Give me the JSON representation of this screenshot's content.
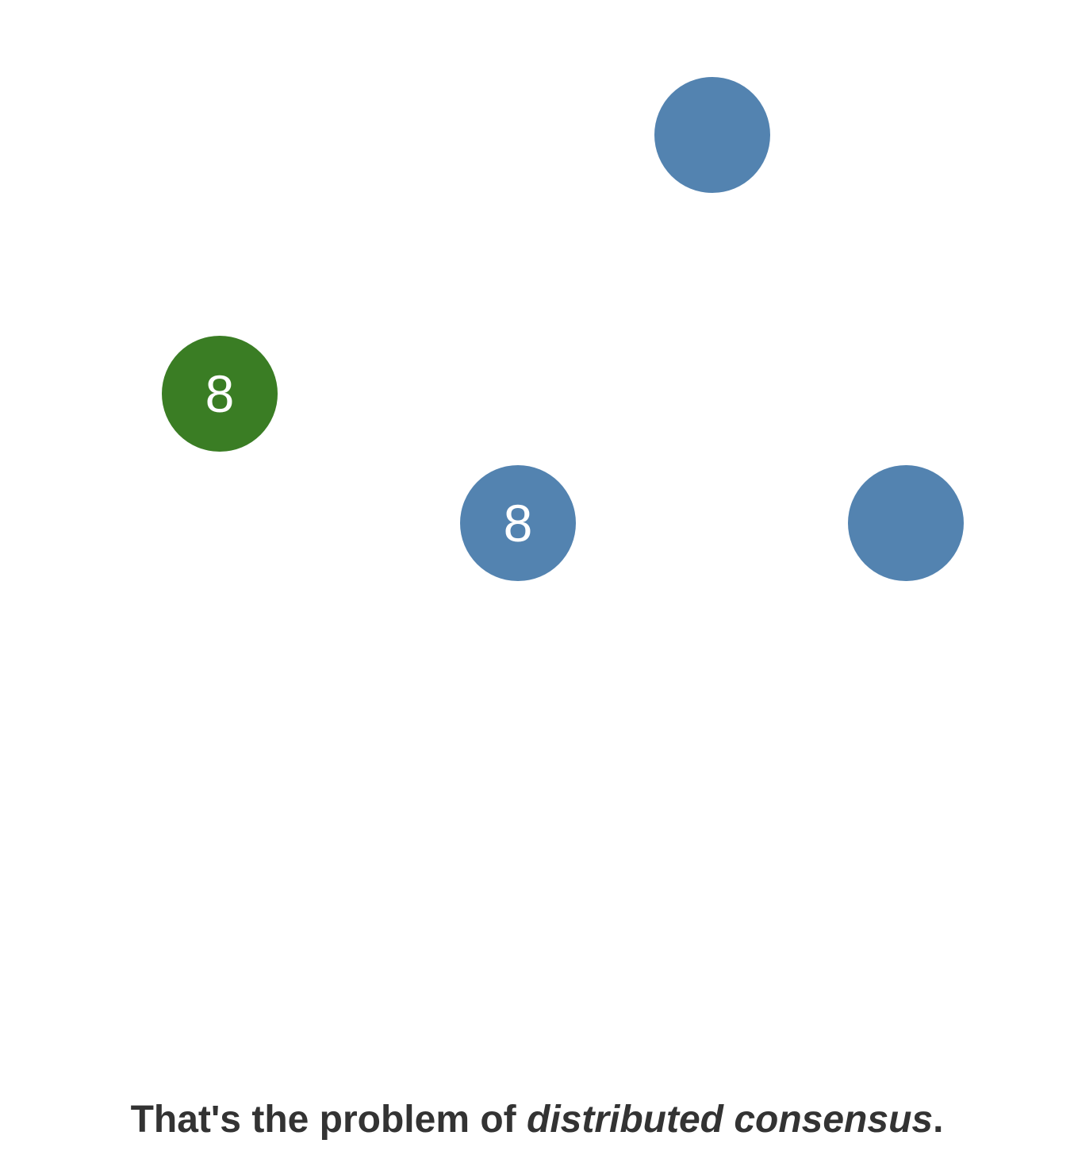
{
  "colors": {
    "follower": "#5383b0",
    "leader": "#3a7d24",
    "caption_text": "#333333"
  },
  "nodes": {
    "top": {
      "value": "",
      "role": "follower"
    },
    "leader": {
      "value": "8",
      "role": "leader"
    },
    "middle": {
      "value": "8",
      "role": "follower"
    },
    "right": {
      "value": "",
      "role": "follower"
    }
  },
  "caption": {
    "prefix": "That's the problem of ",
    "emphasis": "distributed consensus",
    "suffix": "."
  }
}
